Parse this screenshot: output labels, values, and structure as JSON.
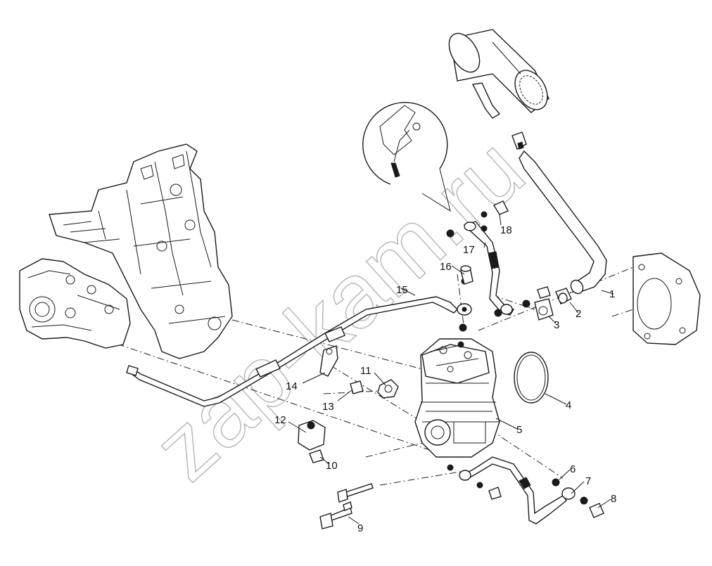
{
  "watermark": "zap-kam.ru",
  "callouts": [
    {
      "id": "c1",
      "text": "1"
    },
    {
      "id": "c2",
      "text": "2"
    },
    {
      "id": "c3",
      "text": "3"
    },
    {
      "id": "c4",
      "text": "4"
    },
    {
      "id": "c5",
      "text": "5"
    },
    {
      "id": "c6",
      "text": "6"
    },
    {
      "id": "c7",
      "text": "7"
    },
    {
      "id": "c8",
      "text": "8"
    },
    {
      "id": "c9",
      "text": "9"
    },
    {
      "id": "c10",
      "text": "10"
    },
    {
      "id": "c11",
      "text": "11"
    },
    {
      "id": "c12",
      "text": "12"
    },
    {
      "id": "c13",
      "text": "13"
    },
    {
      "id": "c14",
      "text": "14"
    },
    {
      "id": "c15",
      "text": "15"
    },
    {
      "id": "c16",
      "text": "16"
    },
    {
      "id": "c17",
      "text": "17"
    },
    {
      "id": "c18",
      "text": "18"
    }
  ]
}
